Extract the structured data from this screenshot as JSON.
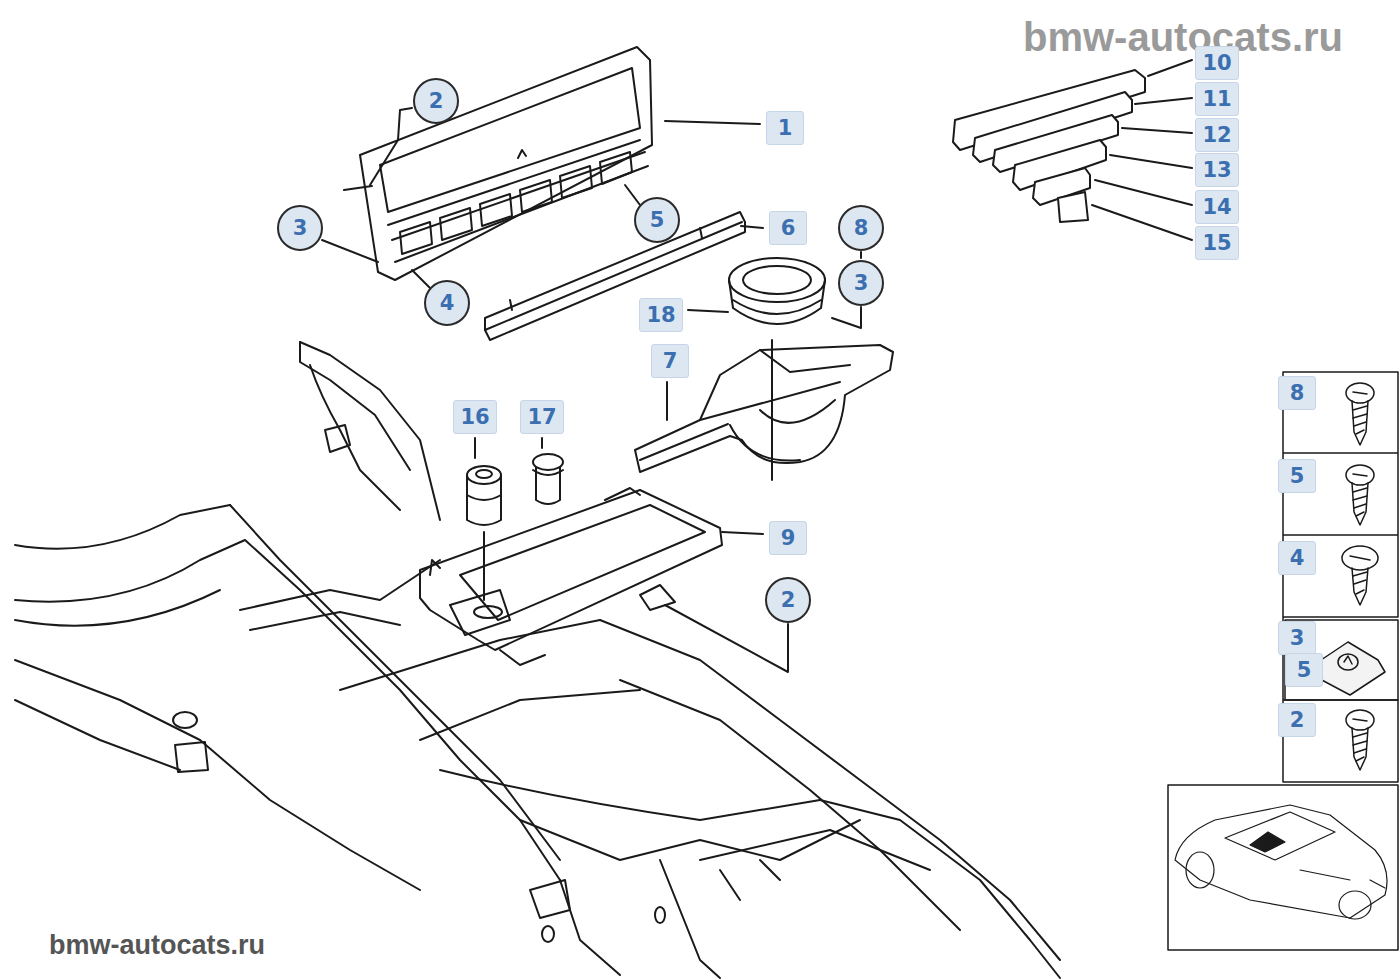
{
  "diagram": {
    "labels": [
      "bmw-autocats.ru",
      "10",
      "2",
      "11",
      "1",
      "12",
      "13",
      "14",
      "3",
      "5",
      "6",
      "8",
      "15",
      "3",
      "4",
      "18",
      "7",
      "8",
      "16",
      "17",
      "5",
      "9",
      "4",
      "2",
      "3",
      "5",
      "2",
      "bmw-autocats.ru"
    ]
  }
}
